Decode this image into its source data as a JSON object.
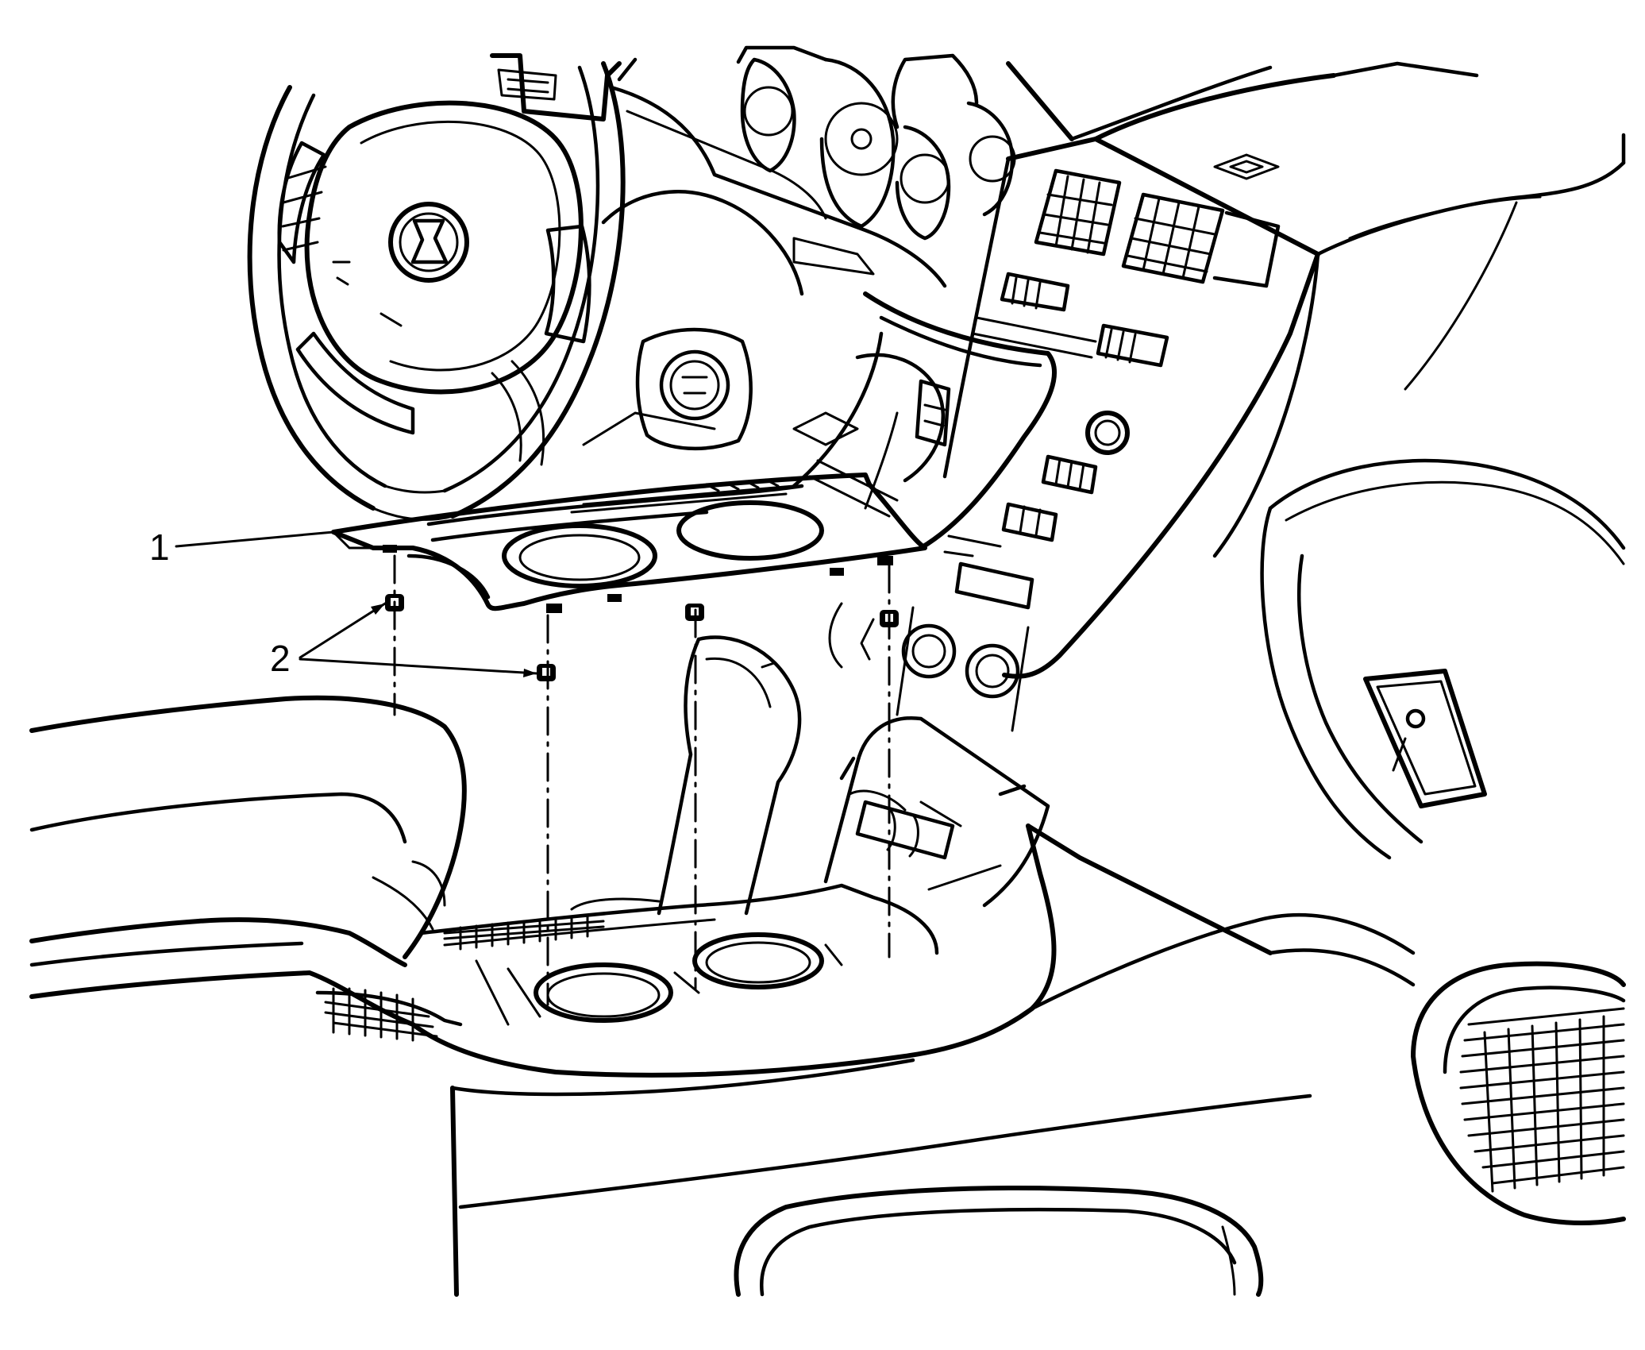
{
  "diagram": {
    "callouts": [
      {
        "id": "1",
        "label": "1",
        "target": "cup-holder-trim-plate"
      },
      {
        "id": "2",
        "label": "2",
        "target": "retaining-clips"
      }
    ]
  }
}
